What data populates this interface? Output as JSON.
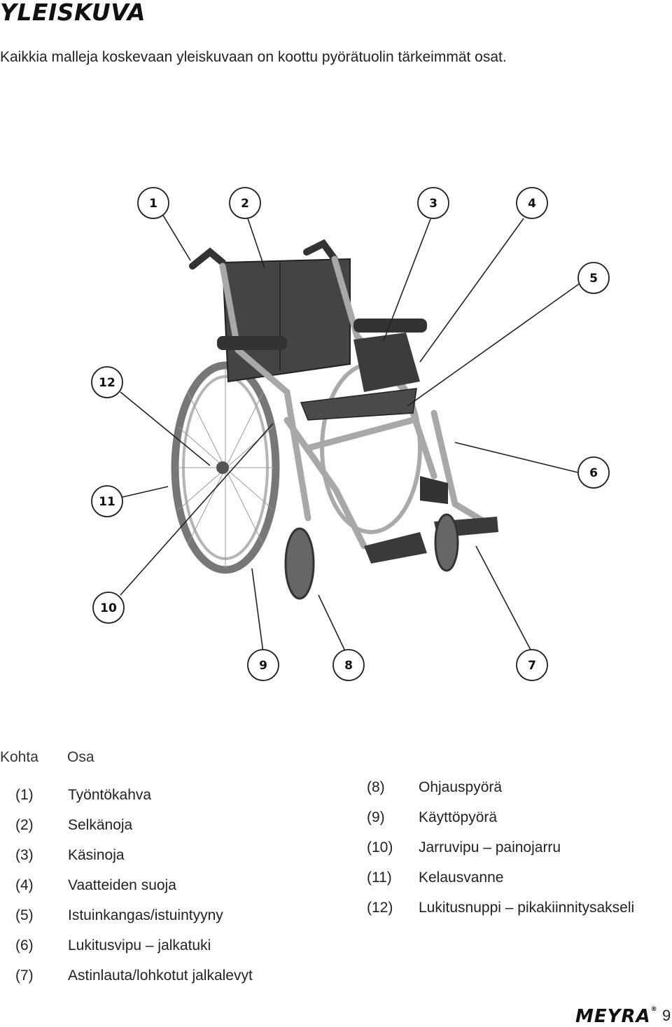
{
  "title": "YLEISKUVA",
  "subtitle": "Kaikkia malleja koskevaan yleiskuvaan on koottu pyörätuolin tärkeimmät osat.",
  "callouts": [
    "1",
    "2",
    "3",
    "4",
    "5",
    "6",
    "7",
    "8",
    "9",
    "10",
    "11",
    "12"
  ],
  "table": {
    "col_item": "Kohta",
    "col_part": "Osa",
    "left": [
      {
        "num": "(1)",
        "label": "Työntökahva"
      },
      {
        "num": "(2)",
        "label": "Selkänoja"
      },
      {
        "num": "(3)",
        "label": "Käsinoja"
      },
      {
        "num": "(4)",
        "label": "Vaatteiden suoja"
      },
      {
        "num": "(5)",
        "label": "Istuinkangas/istuintyyny"
      },
      {
        "num": "(6)",
        "label": "Lukitusvipu – jalkatuki"
      },
      {
        "num": "(7)",
        "label": "Astinlauta/lohkotut jalkalevyt"
      }
    ],
    "right": [
      {
        "num": "(8)",
        "label": "Ohjauspyörä"
      },
      {
        "num": "(9)",
        "label": "Käyttöpyörä"
      },
      {
        "num": "(10)",
        "label": "Jarruvipu – painojarru"
      },
      {
        "num": "(11)",
        "label": "Kelausvanne"
      },
      {
        "num": "(12)",
        "label": "Lukitusnuppi – pikakiinnitysakseli"
      }
    ]
  },
  "footer": {
    "brand": "MEYRA",
    "registered": "®",
    "page_number": "9"
  }
}
